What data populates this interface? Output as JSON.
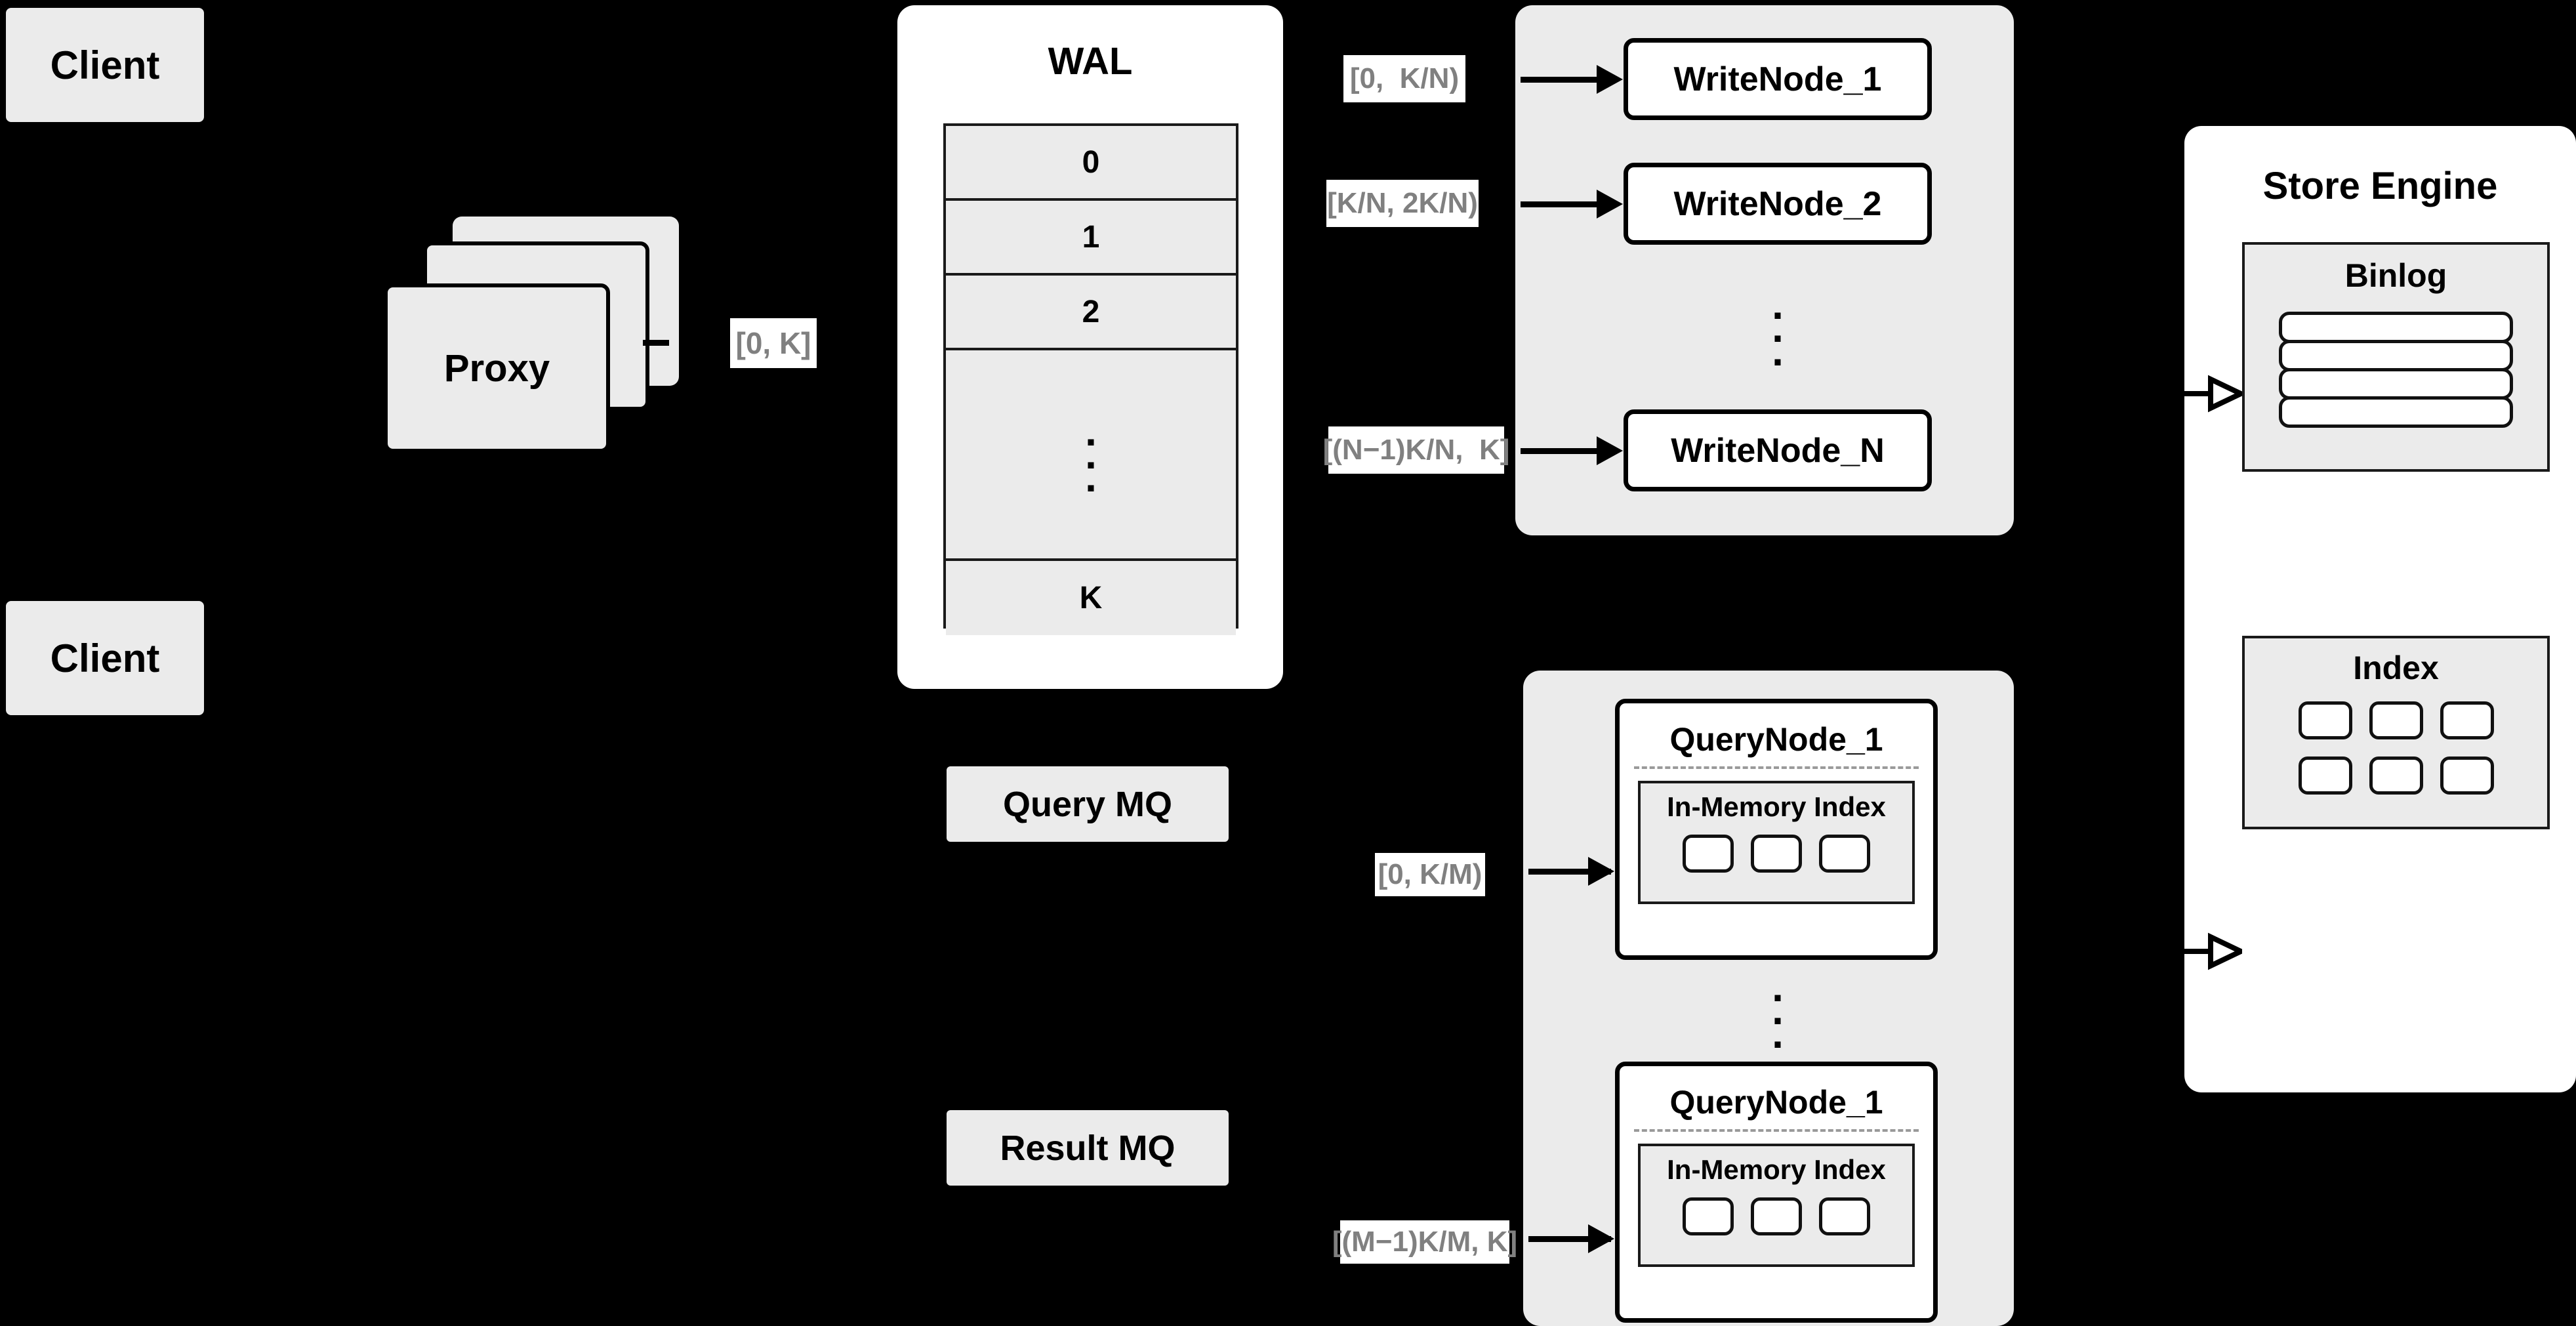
{
  "diagram": {
    "background_color": "#000000",
    "accent_gray": "#ebebeb",
    "label_text_color": "#808080"
  },
  "clients": [
    {
      "label": "Client"
    },
    {
      "label": "Client"
    }
  ],
  "proxy": {
    "label": "Proxy",
    "stack_count": 3
  },
  "wal": {
    "title": "WAL",
    "rows": [
      "0",
      "1",
      "2"
    ],
    "ellipsis": "...",
    "last_row": "K"
  },
  "write_range_labels": [
    {
      "text": "[0,  K/N)"
    },
    {
      "text": "[K/N, 2K/N)"
    },
    {
      "text": "[(N−1)K/N,  K]"
    }
  ],
  "proxy_range_label": {
    "text": "[0, K]"
  },
  "write_cluster": {
    "nodes": [
      {
        "label": "WriteNode_1"
      },
      {
        "label": "WriteNode_2"
      },
      {
        "label": "WriteNode_N"
      }
    ],
    "ellipsis": "..."
  },
  "message_queues": [
    {
      "label": "Query MQ"
    },
    {
      "label": "Result MQ"
    }
  ],
  "query_range_labels": [
    {
      "text": "[0, K/M)"
    },
    {
      "text": "[(M−1)K/M, K]"
    }
  ],
  "query_cluster": {
    "nodes": [
      {
        "title": "QueryNode_1",
        "index": {
          "title": "In-Memory Index",
          "cell_count": 3
        }
      },
      {
        "title": "QueryNode_1",
        "index": {
          "title": "In-Memory Index",
          "cell_count": 3
        }
      }
    ],
    "ellipsis": "..."
  },
  "store_engine": {
    "title": "Store Engine",
    "binlog": {
      "title": "Binlog",
      "row_count": 4
    },
    "index": {
      "title": "Index",
      "cell_count": 6
    }
  }
}
